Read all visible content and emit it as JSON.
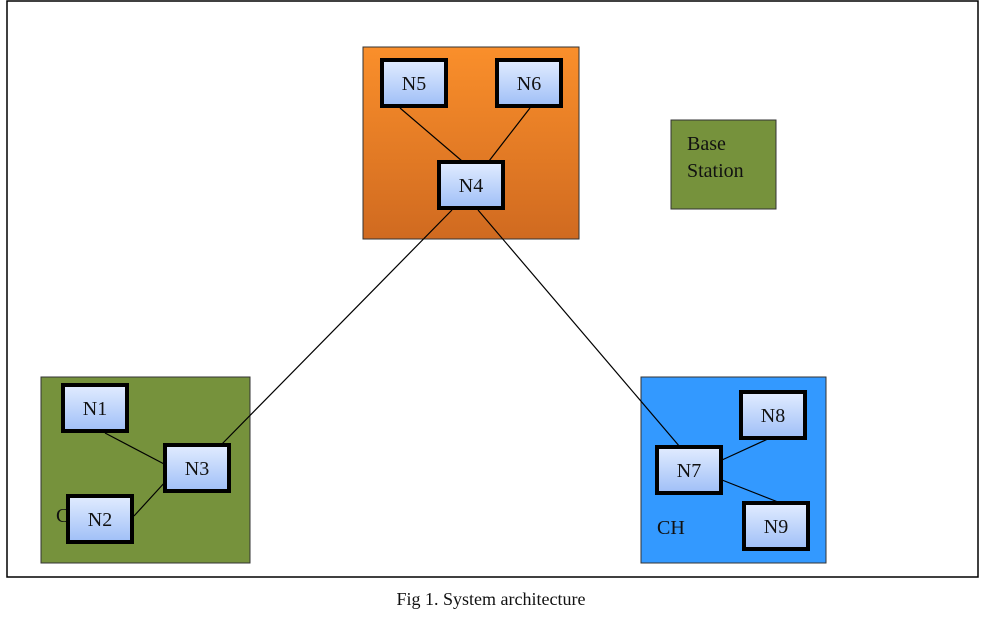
{
  "caption": "Fig 1. System architecture",
  "base_station": {
    "line1": "Base",
    "line2": "Station"
  },
  "clusters": {
    "left": {
      "label": "C",
      "color": "#76923c"
    },
    "top": {
      "color": "#f68b2a"
    },
    "right": {
      "label": "CH",
      "color": "#3399ff"
    }
  },
  "nodes": {
    "n1": "N1",
    "n2": "N2",
    "n3": "N3",
    "n4": "N4",
    "n5": "N5",
    "n6": "N6",
    "n7": "N7",
    "n8": "N8",
    "n9": "N9"
  }
}
